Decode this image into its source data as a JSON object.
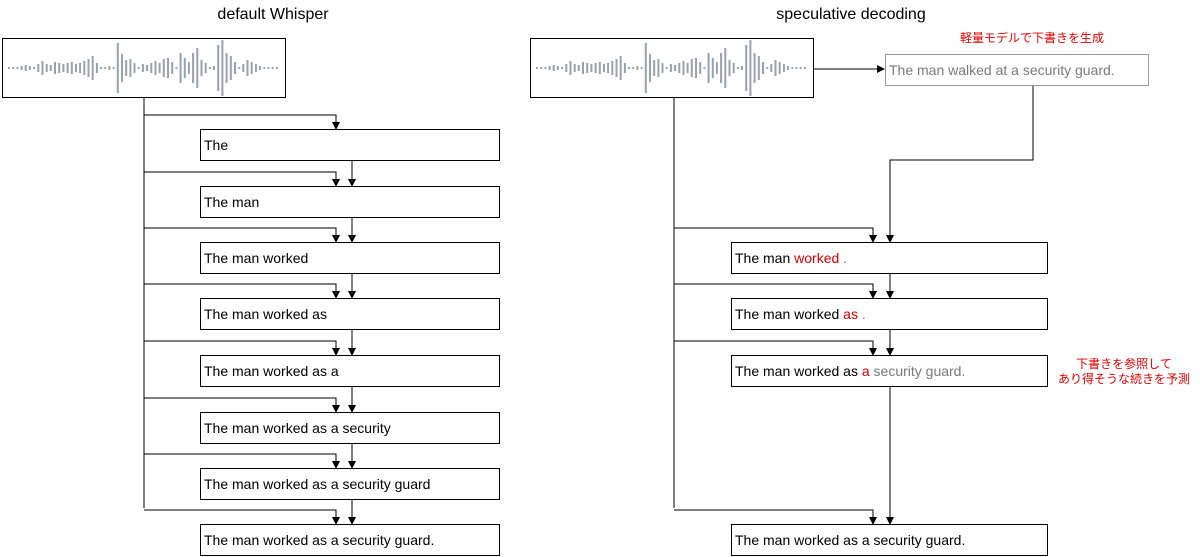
{
  "left": {
    "title": "default Whisper",
    "steps": [
      "The",
      "The man",
      "The man worked",
      "The man worked as",
      "The man worked as a",
      "The man worked as a security",
      "The man worked as a security guard",
      "The man worked as a security guard."
    ]
  },
  "right": {
    "title": "speculative decoding",
    "draft_note": "軽量モデルで下書きを生成",
    "draft": "The man walked at a security guard.",
    "steps": [
      {
        "prefix": "The man ",
        "highlight": "worked",
        "suffix": " ."
      },
      {
        "prefix": "The man worked ",
        "highlight": "as",
        "suffix": " ."
      },
      {
        "prefix": "The man worked as ",
        "highlight": "a",
        "suffix": " security guard."
      }
    ],
    "predict_note_line1": "下書きを参照して",
    "predict_note_line2": "あり得そうな続きを予測",
    "final": "The man worked as a security guard."
  },
  "colors": {
    "highlight": "#d40000",
    "draft_text": "#7a7a7a",
    "wave": "#9aa0ad"
  },
  "icons": [
    "audio-waveform-icon",
    "arrow-down-icon"
  ]
}
